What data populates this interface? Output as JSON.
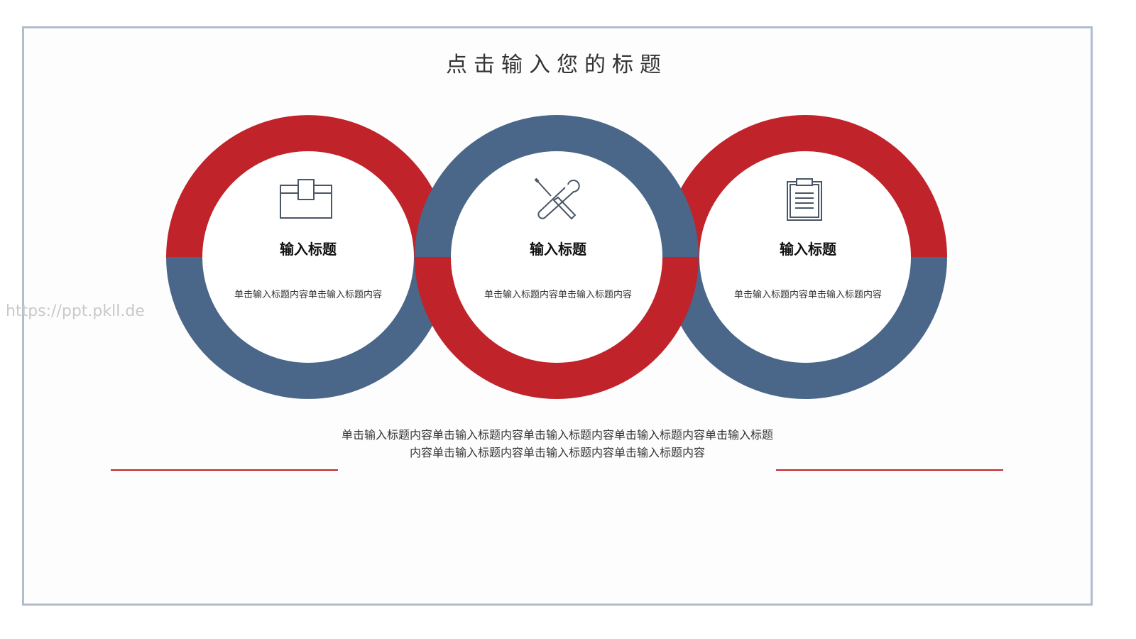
{
  "slide": {
    "title": "点击输入您的标题",
    "watermark": "https://ppt.pkll.de",
    "colors": {
      "red": "#c0232a",
      "blue": "#4a6688",
      "frame": "#b3bccd"
    },
    "cards": [
      {
        "icon": "toolbox-icon",
        "title": "输入标题",
        "text": "单击输入标题内容单击输入标题内容",
        "top_color": "#c0232a",
        "bottom_color": "#4a6688"
      },
      {
        "icon": "tools-icon",
        "title": "输入标题",
        "text": "单击输入标题内容单击输入标题内容",
        "top_color": "#4a6688",
        "bottom_color": "#c0232a"
      },
      {
        "icon": "clipboard-icon",
        "title": "输入标题",
        "text": "单击输入标题内容单击输入标题内容",
        "top_color": "#c0232a",
        "bottom_color": "#4a6688"
      }
    ],
    "body": "单击输入标题内容单击输入标题内容单击输入标题内容单击输入标题内容单击输入标题内容单击输入标题内容单击输入标题内容单击输入标题内容"
  }
}
